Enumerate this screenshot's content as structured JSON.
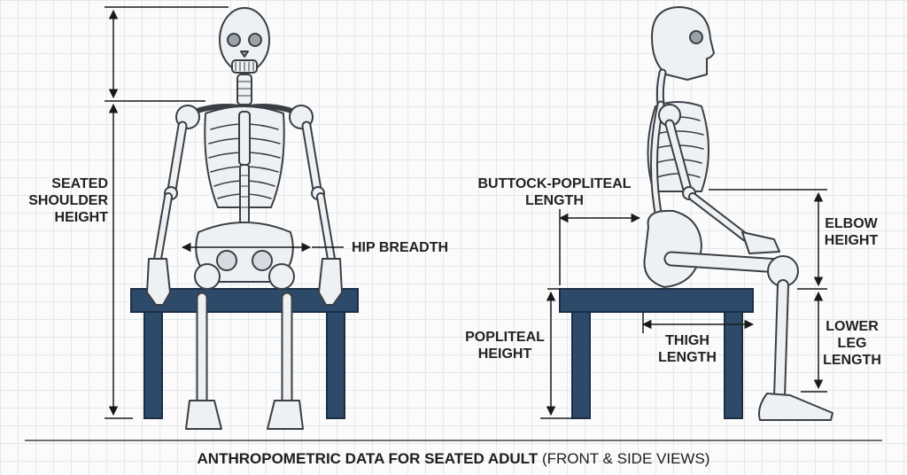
{
  "labels": {
    "seated_shoulder_height": "SEATED\nSHOULDER\nHEIGHT",
    "hip_breadth": "HIP BREADTH",
    "buttock_popliteal_length": "BUTTOCK-POPLITEAL\nLENGTH",
    "elbow_height": "ELBOW\nHEIGHT",
    "popliteal_height": "POPLITEAL\nHEIGHT",
    "thigh_length": "THIGH\nLENGTH",
    "lower_leg_length": "LOWER\nLEG\nLENGTH"
  },
  "caption": {
    "title": "ANTHROPOMETRIC DATA FOR SEATED ADULT",
    "views": "(FRONT & SIDE VIEWS)"
  },
  "colors": {
    "bench": "#2e4a6b",
    "bench_edge": "#1b2e44",
    "bone_fill": "#eef1f4",
    "bone_stroke": "#3a3f45",
    "dimension_line": "#1a1a1a"
  },
  "icons": [
    "skeleton-front-figure",
    "skeleton-side-figure",
    "bench-front",
    "bench-side"
  ]
}
